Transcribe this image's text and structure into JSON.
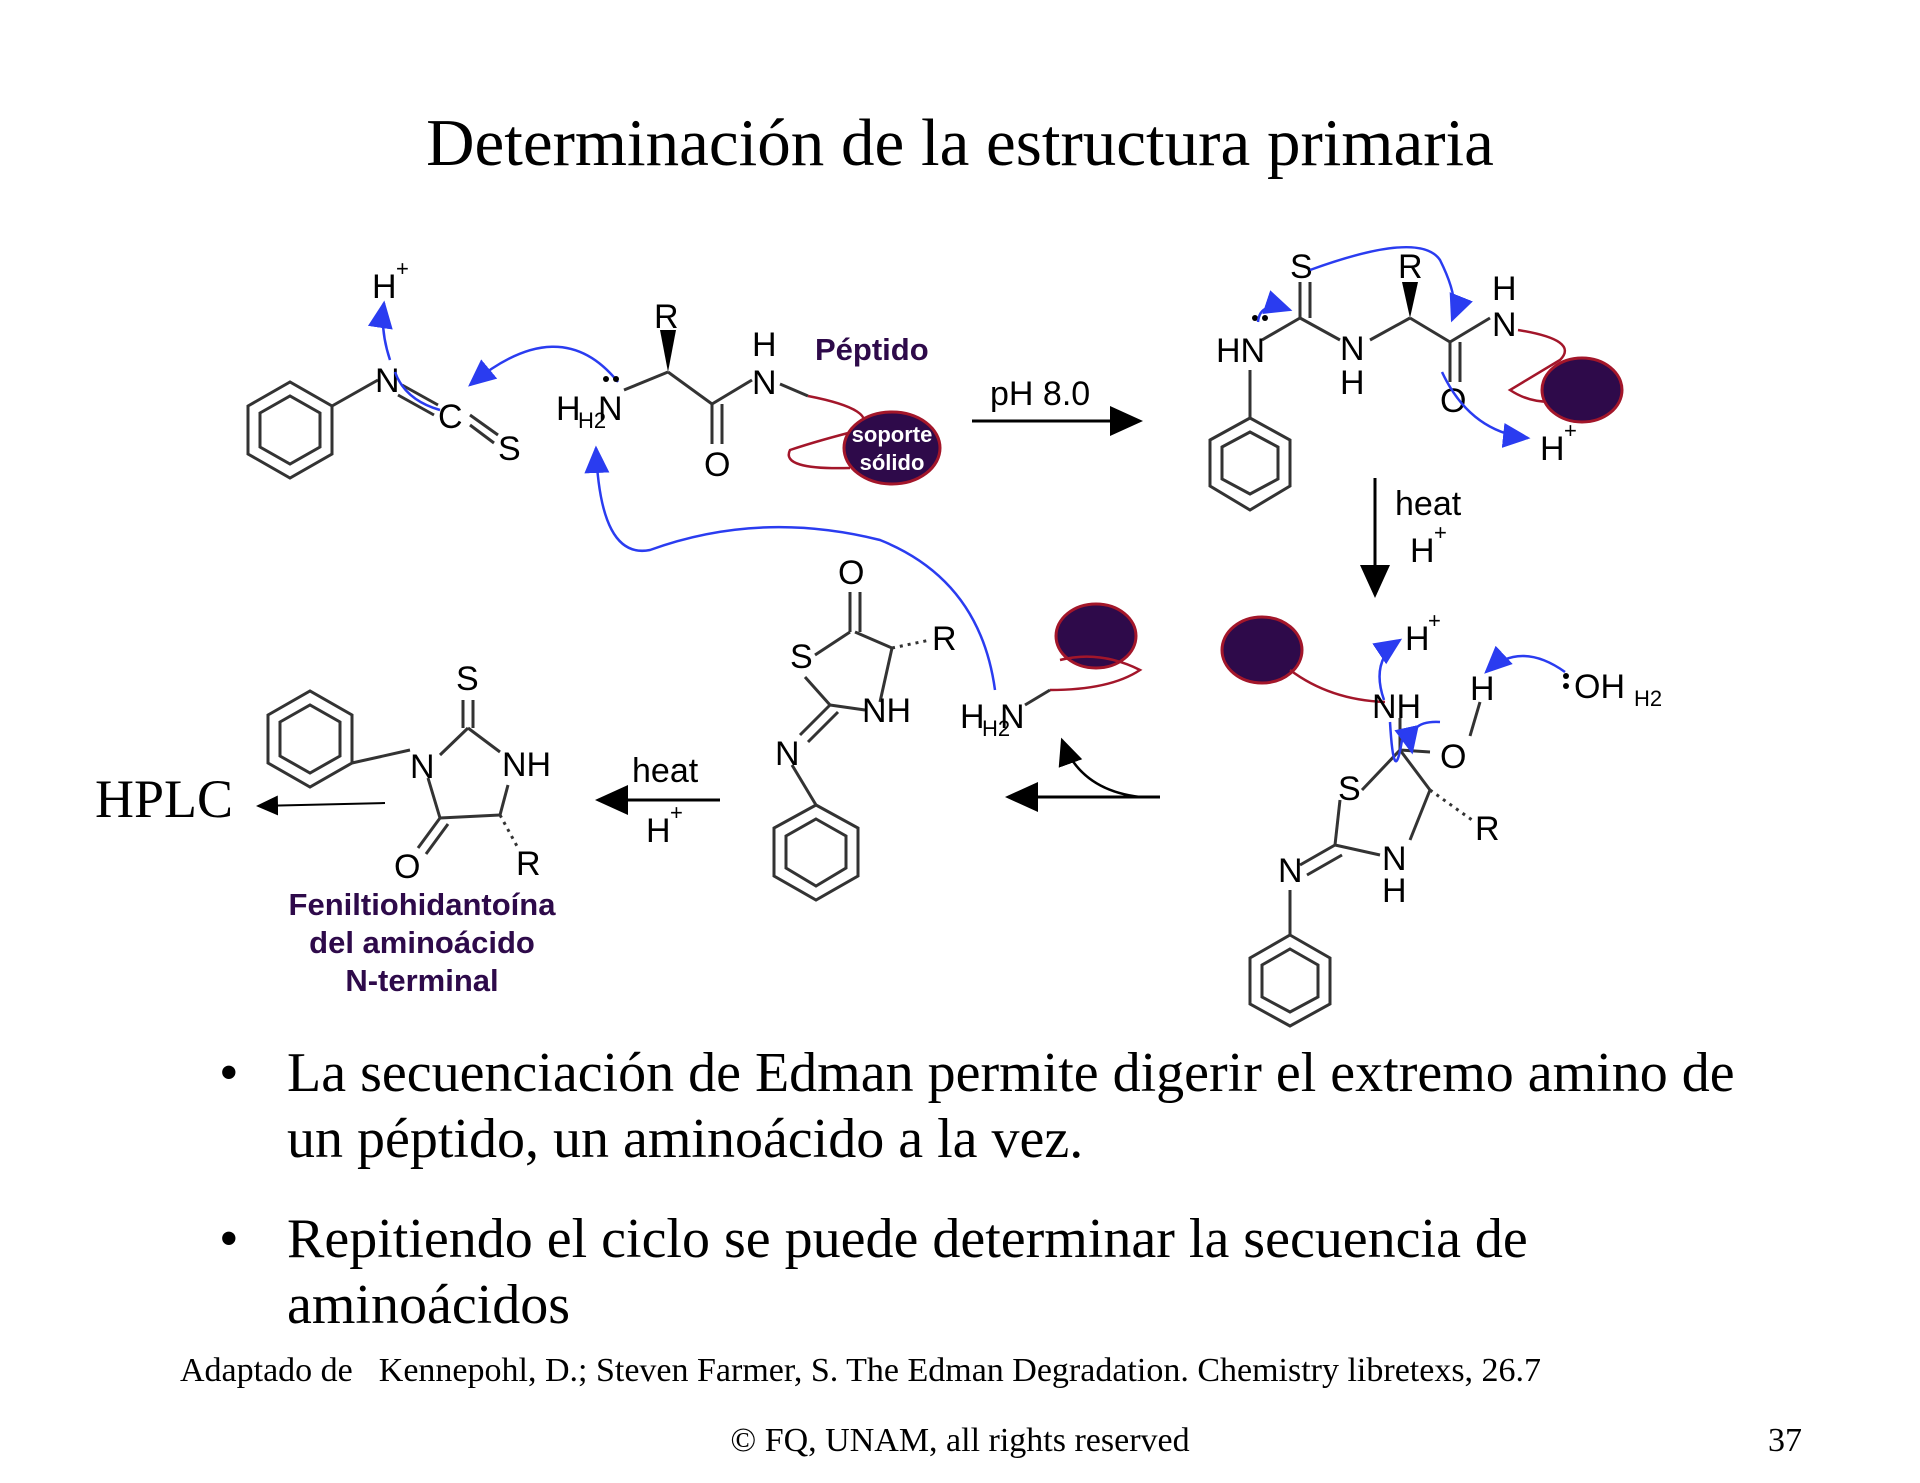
{
  "title": "Determinación de la estructura primaria",
  "diagram": {
    "labels": {
      "peptide": "Péptido",
      "solid_support_line1": "soporte",
      "solid_support_line2": "sólido",
      "ph": "pH 8.0",
      "heat": "heat",
      "heat2": "heat",
      "acid": "H",
      "acid_plus": "+",
      "product_line1": "Feniltiohidantoína",
      "product_line2": "del aminoácido",
      "product_line3": "N-terminal",
      "hplc": "HPLC"
    },
    "atoms": {
      "h": "H",
      "plus": "+",
      "n": "N",
      "c": "C",
      "s": "S",
      "o": "O",
      "r": "R",
      "nh": "NH",
      "hn": "HN",
      "h2": "H2",
      "oh2": "OH"
    },
    "colors": {
      "arrow_blue": "#2a3cf0",
      "bead": "#2e0a4a",
      "bead_outline": "#a3162a",
      "linker": "#a3162a",
      "label_purple": "#2e0a4a"
    }
  },
  "bullets": [
    "La secuenciación de Edman permite digerir el extremo amino de un péptido, un aminoácido a la vez.",
    "Repitiendo el ciclo se puede determinar la secuencia de aminoácidos"
  ],
  "reference": {
    "prefix": "Adaptado de",
    "citation": "Kennepohl, D.; Steven Farmer, S. The Edman Degradation. Chemistry libretexs, 26.7"
  },
  "footer": "© FQ, UNAM, all rights reserved",
  "page_number": "37"
}
